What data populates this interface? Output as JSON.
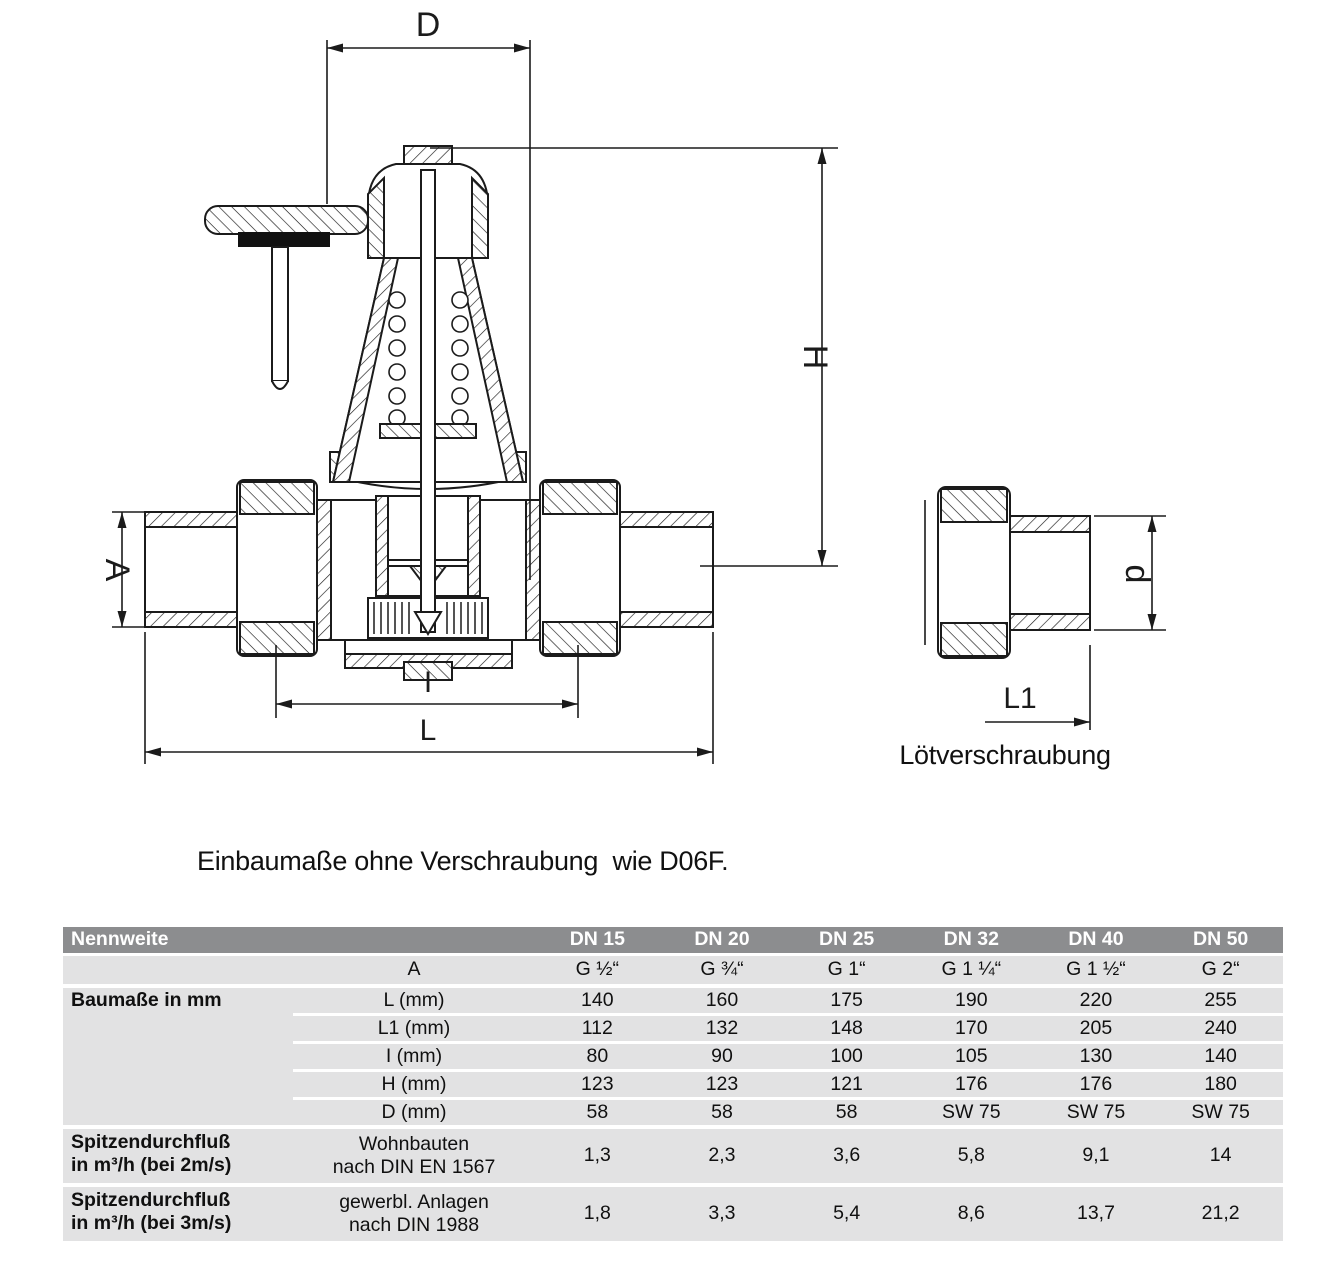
{
  "captions": {
    "note": "Einbaumaße ohne Verschraubung  wie D06F.",
    "fitting": "Lötverschraubung"
  },
  "drawing": {
    "dims": {
      "D": "D",
      "H": "H",
      "A": "A",
      "I": "I",
      "L": "L",
      "L1": "L1",
      "d": "d"
    }
  },
  "colors": {
    "table_header_bg": "#8c8d8f",
    "table_row_bg": "#e2e2e3",
    "line": "#1b1b1b"
  },
  "table": {
    "header_label": "Nennweite",
    "columns": [
      "DN 15",
      "DN 20",
      "DN 25",
      "DN 32",
      "DN 40",
      "DN 50"
    ],
    "rows": {
      "a": {
        "label": "A",
        "values": [
          "G ½“",
          "G ¾“",
          "G 1“",
          "G 1 ¼“",
          "G 1 ½“",
          "G 2“"
        ]
      },
      "group_dims_label": "Baumaße in mm",
      "l": {
        "label": "L (mm)",
        "values": [
          "140",
          "160",
          "175",
          "190",
          "220",
          "255"
        ]
      },
      "l1": {
        "label": "L1 (mm)",
        "values": [
          "112",
          "132",
          "148",
          "170",
          "205",
          "240"
        ]
      },
      "i": {
        "label": "I (mm)",
        "values": [
          "80",
          "90",
          "100",
          "105",
          "130",
          "140"
        ]
      },
      "h": {
        "label": "H (mm)",
        "values": [
          "123",
          "123",
          "121",
          "176",
          "176",
          "180"
        ]
      },
      "d": {
        "label": "D (mm)",
        "values": [
          "58",
          "58",
          "58",
          "SW 75",
          "SW 75",
          "SW 75"
        ]
      },
      "flow2": {
        "group": "Spitzendurchfluß",
        "group2": "in m³/h (bei 2m/s)",
        "label": "Wohnbauten",
        "label2": "nach DIN EN 1567",
        "values": [
          "1,3",
          "2,3",
          "3,6",
          "5,8",
          "9,1",
          "14"
        ]
      },
      "flow3": {
        "group": "Spitzendurchfluß",
        "group2": "in m³/h (bei 3m/s)",
        "label": "gewerbl.  Anlagen",
        "label2": "nach DIN 1988",
        "values": [
          "1,8",
          "3,3",
          "5,4",
          "8,6",
          "13,7",
          "21,2"
        ]
      }
    }
  }
}
